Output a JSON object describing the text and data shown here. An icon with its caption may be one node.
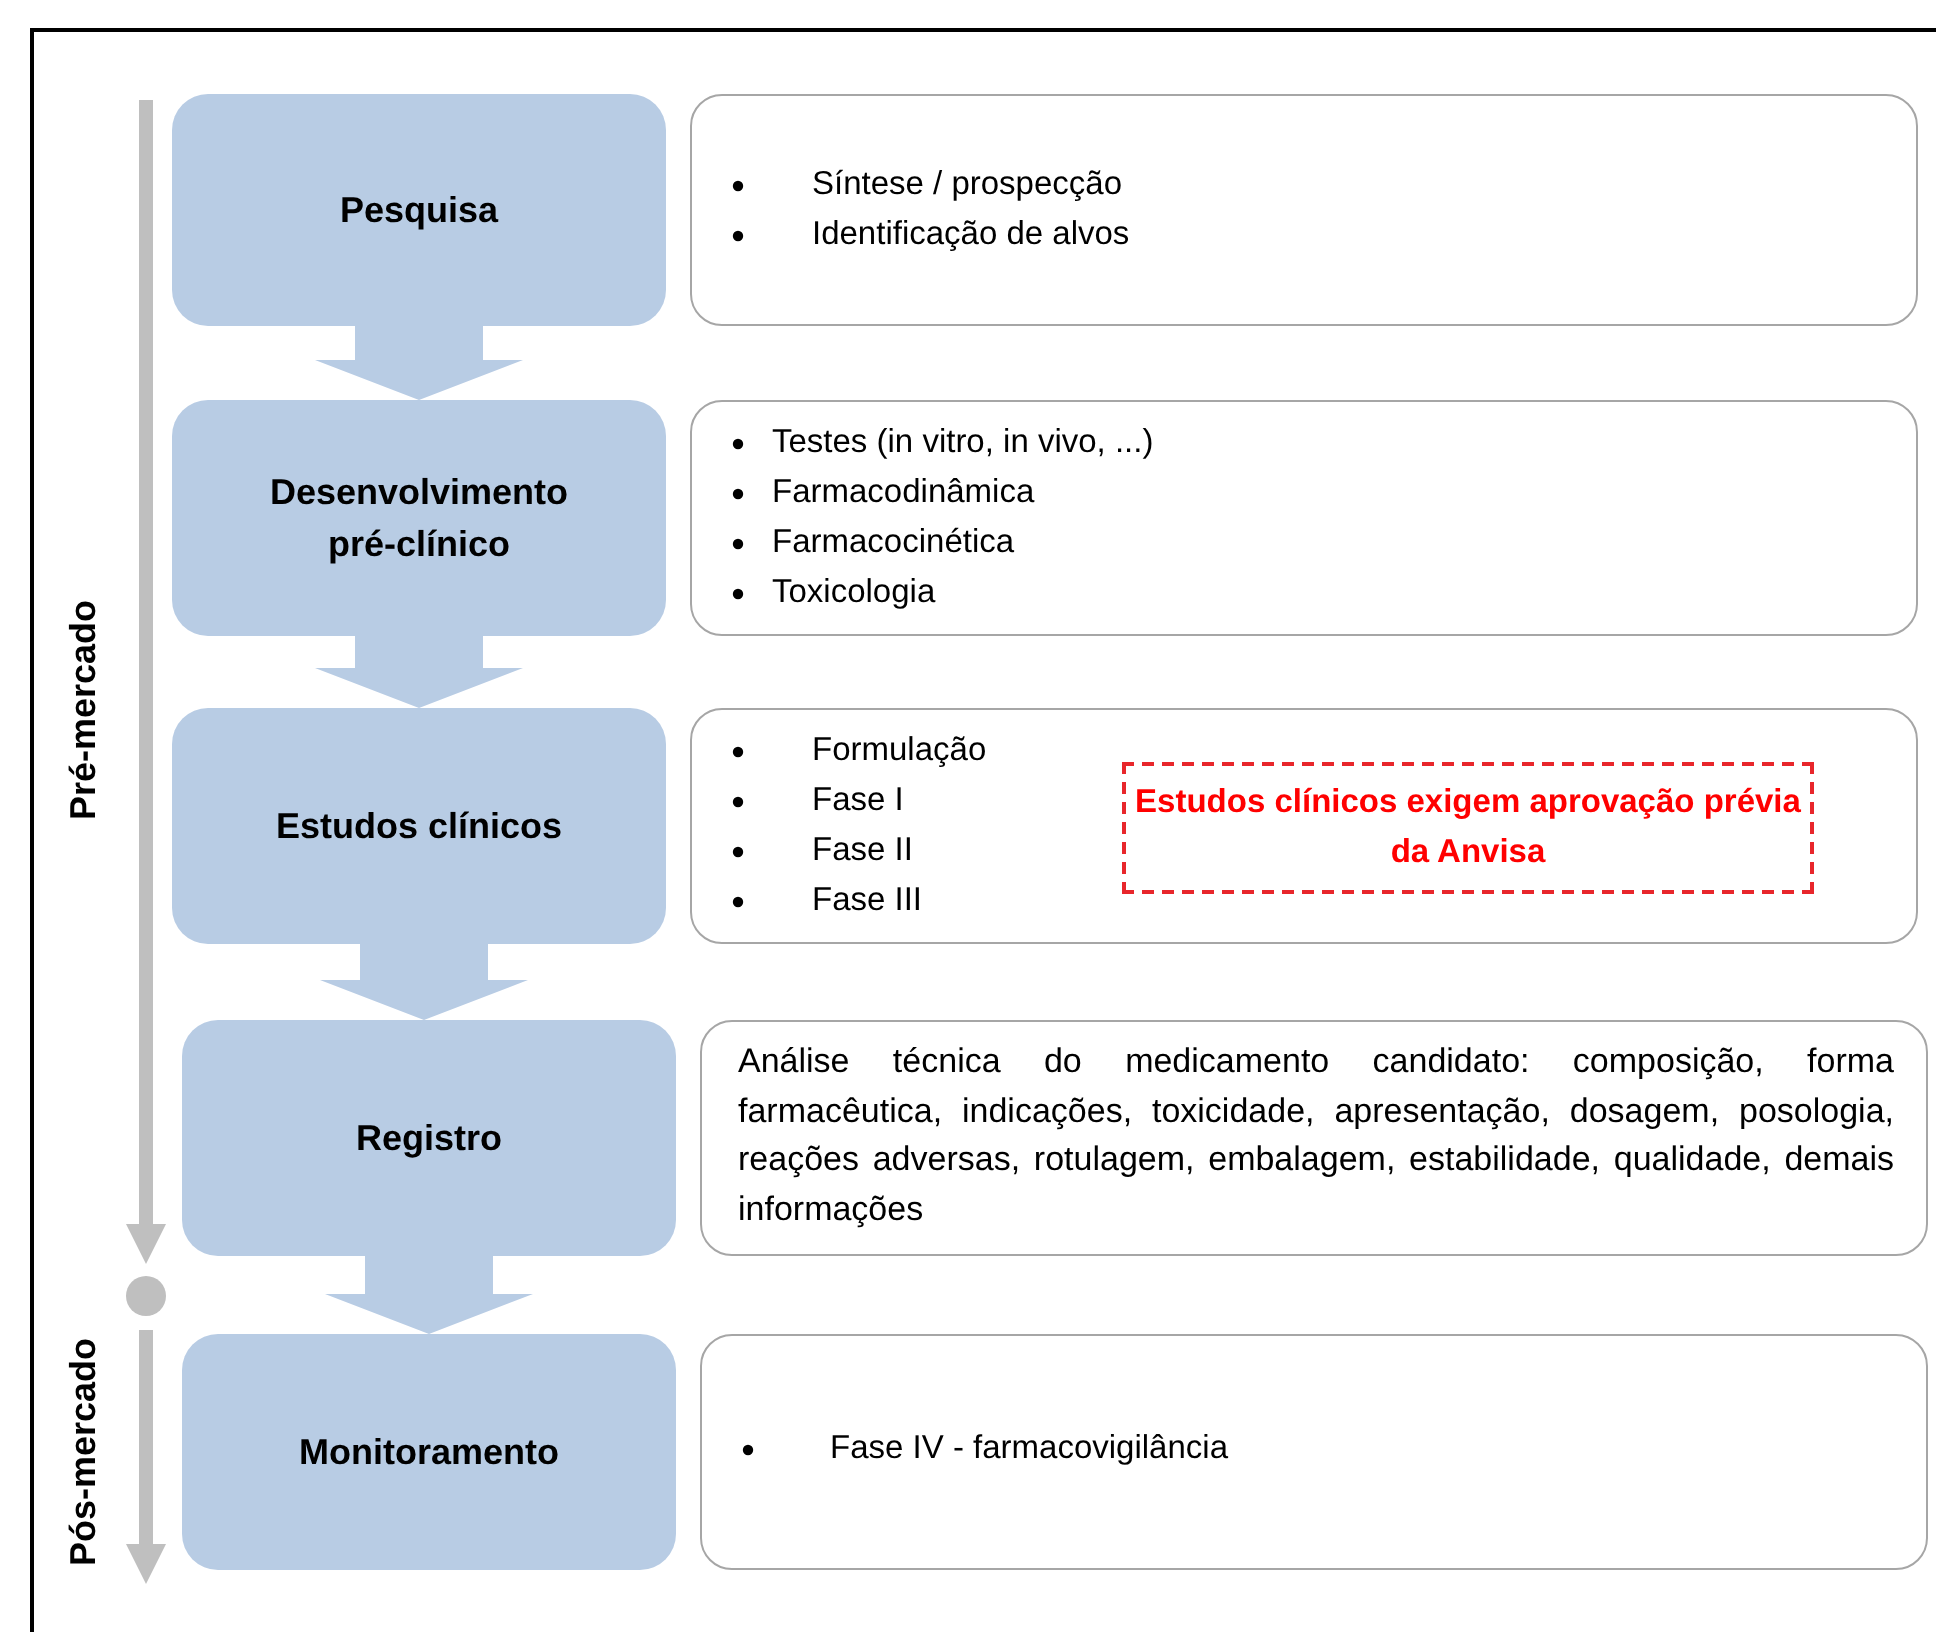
{
  "diagram": {
    "nodes": [
      {
        "text": [
          "Pesquisa"
        ]
      },
      {
        "text": [
          "Síntese / prospecção",
          "Identificação de alvos"
        ]
      },
      {
        "text": [
          "Desenvolvimento pré-clínico"
        ]
      },
      {
        "text": [
          "Testes (in vitro, in vivo, ...)",
          "Farmacodinâmica",
          "Farmacocinética",
          "Toxicologia"
        ]
      },
      {
        "text": [
          "Estudos clínicos"
        ]
      },
      {
        "text": [
          "Formulação",
          "Fase I",
          "Fase II",
          "Fase III"
        ]
      },
      {
        "text": [
          "Estudos clínicos exigem aprovação prévia da Anvisa"
        ],
        "in": 5
      },
      {
        "text": [
          "Registro"
        ]
      },
      {
        "text": [
          "Análise técnica do medicamento candidato: composição, forma farmacêutica, indicações, toxicidade, apresentação, dosagem, posologia, reações adversas, rotulagem, embalagem, estabilidade, qualidade, demais informações"
        ]
      },
      {
        "text": [
          "Monitoramento"
        ]
      },
      {
        "text": [
          "Fase IV - farmacovigilância"
        ]
      }
    ],
    "edges": [
      {
        "from": 0,
        "to": 2,
        "arrow": "to",
        "style": "thick"
      },
      {
        "from": 2,
        "to": 4,
        "arrow": "to",
        "style": "thick"
      },
      {
        "from": 4,
        "to": 7,
        "arrow": "to",
        "style": "thick"
      },
      {
        "from": 7,
        "to": 9,
        "arrow": "to",
        "style": "thick"
      }
    ],
    "labels": [
      "Pré-mercado",
      "Pós-mercado"
    ]
  }
}
